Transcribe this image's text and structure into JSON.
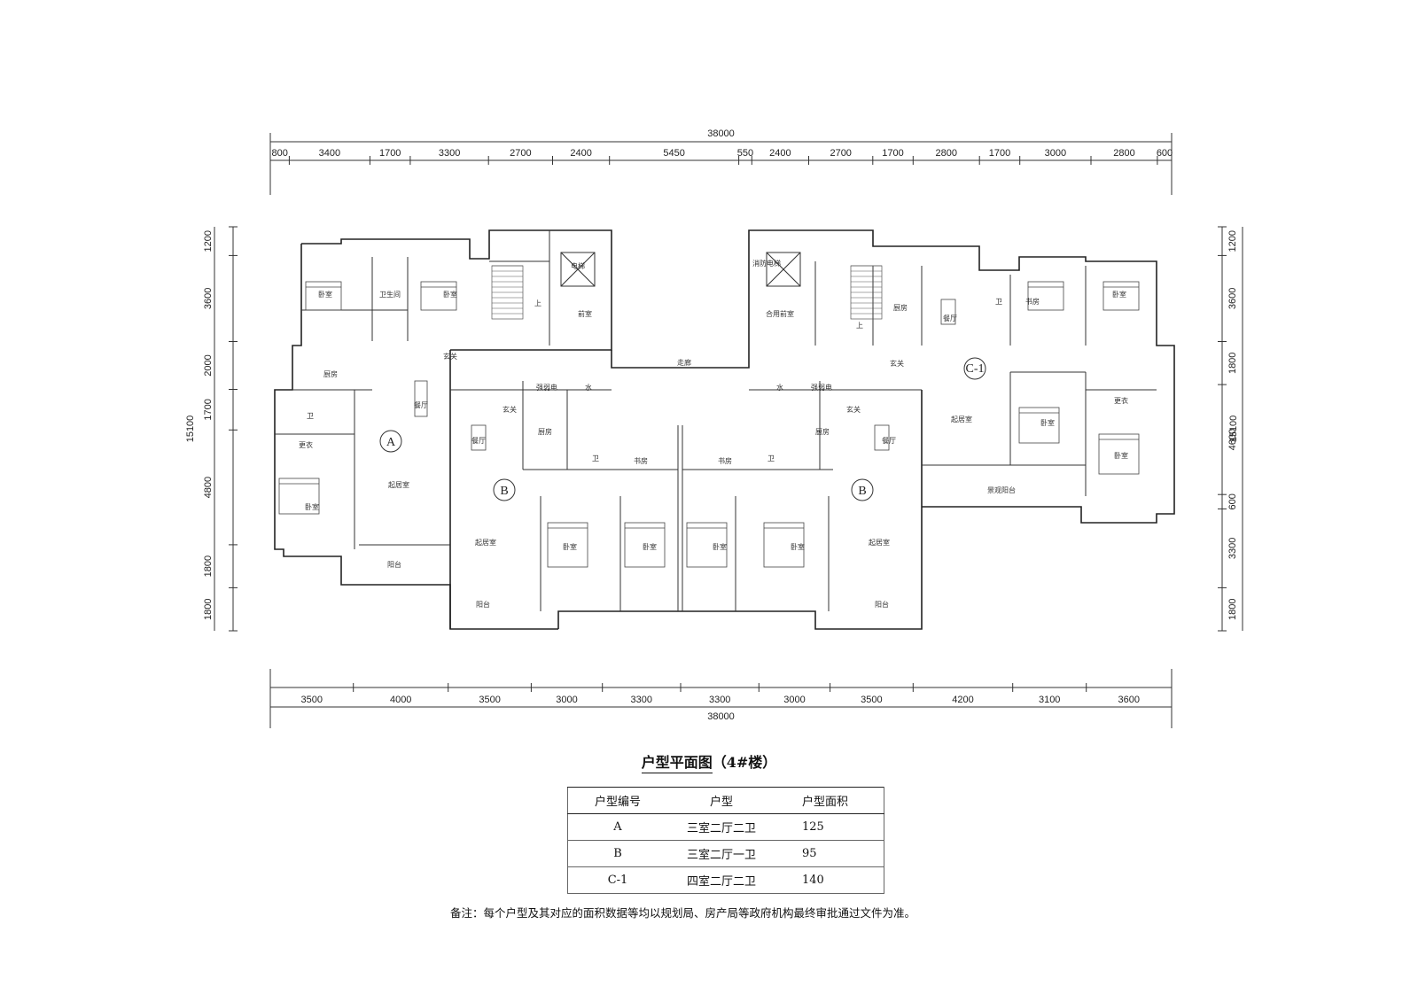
{
  "dimensions": {
    "top_total": "38000",
    "top_segments": [
      "800",
      "3400",
      "1700",
      "3300",
      "2700",
      "2400",
      "5450",
      "550",
      "2400",
      "2700",
      "1700",
      "2800",
      "1700",
      "3000",
      "2800",
      "600"
    ],
    "bottom_total": "38000",
    "bottom_segments": [
      "3500",
      "4000",
      "3500",
      "3000",
      "3300",
      "3300",
      "3000",
      "3500",
      "4200",
      "3100",
      "3600"
    ],
    "left_total": "15100",
    "left_segments": [
      "1200",
      "3600",
      "2000",
      "1700",
      "4800",
      "1800",
      "1800"
    ],
    "right_total": "15100",
    "right_segments": [
      "1200",
      "3600",
      "1800",
      "4600",
      "600",
      "3300",
      "1800"
    ]
  },
  "unit_labels": {
    "a": "A",
    "b_left": "B",
    "b_right": "B",
    "c1": "C-1"
  },
  "rooms": {
    "bed": "卧室",
    "bath": "卫生间",
    "wei": "卫",
    "kitchen": "厨房",
    "dining": "餐厅",
    "living": "起居室",
    "entry": "玄关",
    "balcony": "阳台",
    "study": "书房",
    "cloak": "更衣",
    "front_room": "前室",
    "elevator": "电梯",
    "corridor": "走廊",
    "shared_front": "合用前室",
    "fire_elevator": "消防电梯",
    "strong_elec": "强弱电",
    "water": "水",
    "landscape": "景观阳台",
    "up": "上"
  },
  "title": {
    "main": "户型平面图",
    "sub": "（4#楼）"
  },
  "table": {
    "headers": [
      "户型编号",
      "户型",
      "户型面积"
    ],
    "rows": [
      [
        "A",
        "三室二厅二卫",
        "125"
      ],
      [
        "B",
        "三室二厅一卫",
        "95"
      ],
      [
        "C-1",
        "四室二厅二卫",
        "140"
      ]
    ]
  },
  "note": "备注：每个户型及其对应的面积数据等均以规划局、房产局等政府机构最终审批通过文件为准。"
}
